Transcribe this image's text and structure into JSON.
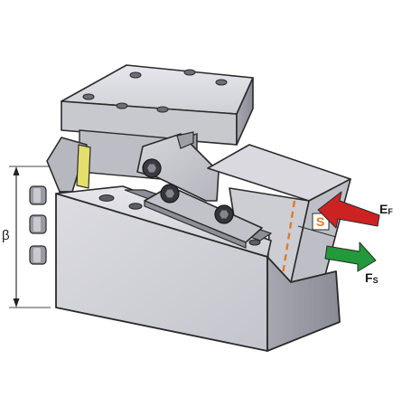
{
  "labels": {
    "angle": "β",
    "gap": "S",
    "force_in_main": "E",
    "force_in_sub": "F",
    "force_out_main": "F",
    "force_out_sub": "S"
  },
  "colors": {
    "background": "#ffffff",
    "steel_light": "#d3d3d9",
    "steel_mid": "#b9b9c1",
    "steel_dark": "#8e8e98",
    "outline": "#2a2a2a",
    "wedge_yellow": "#e3df6a",
    "gap_marker": "#e07b2a",
    "arrow_in": "#cc2222",
    "arrow_out": "#22993a"
  },
  "icons": {
    "screw": "socket-head-screw-icon",
    "bolt": "hex-bolt-icon"
  }
}
